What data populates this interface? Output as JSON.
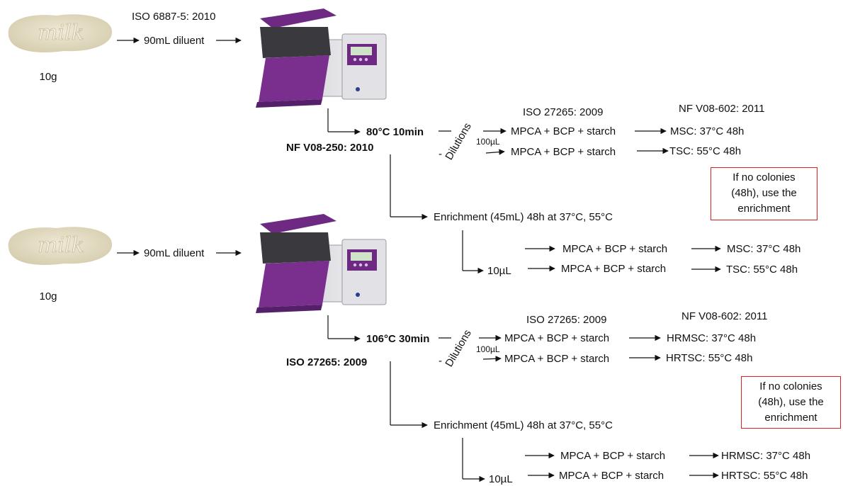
{
  "top": {
    "sample_weight": "10g",
    "milk_text": "milk",
    "standard_top": "ISO 6887-5: 2010",
    "diluent": "90mL diluent",
    "heat": "80°C 10min",
    "heat_standard": "NF V08-250: 2010",
    "dilutions": "Dilutions",
    "dash": "-",
    "volume_100": "100µL",
    "plate_standard": "ISO 27265: 2009",
    "incubation_standard": "NF V08-602: 2011",
    "medium_1": "MPCA + BCP + starch",
    "medium_2": "MPCA + BCP + starch",
    "result_1": "MSC: 37°C 48h",
    "result_2": "TSC: 55°C 48h",
    "note_lines": [
      "If no colonies",
      "(48h), use the",
      "enrichment"
    ],
    "enrichment": "Enrichment (45mL) 48h at 37°C, 55°C",
    "volume_10": "10µL",
    "enr_medium_1": "MPCA + BCP + starch",
    "enr_medium_2": "MPCA + BCP + starch",
    "enr_result_1": "MSC: 37°C 48h",
    "enr_result_2": "TSC: 55°C 48h"
  },
  "bottom": {
    "sample_weight": "10g",
    "milk_text": "milk",
    "diluent": "90mL diluent",
    "heat": "106°C 30min",
    "heat_standard": "ISO 27265: 2009",
    "dilutions": "Dilutions",
    "dash": "-",
    "volume_100": "100µL",
    "plate_standard": "ISO 27265: 2009",
    "incubation_standard": "NF V08-602: 2011",
    "medium_1": "MPCA + BCP + starch",
    "medium_2": "MPCA + BCP + starch",
    "result_1": "HRMSC: 37°C 48h",
    "result_2": "HRTSC: 55°C 48h",
    "note_lines": [
      "If no colonies",
      "(48h), use the",
      "enrichment"
    ],
    "enrichment": "Enrichment (45mL) 48h at 37°C, 55°C",
    "volume_10": "10µL",
    "enr_medium_1": "MPCA + BCP + starch",
    "enr_medium_2": "MPCA + BCP + starch",
    "enr_result_1": "HRMSC: 37°C 48h",
    "enr_result_2": "HRTSC: 55°C 48h"
  },
  "colors": {
    "machine_purple": "#6e2a82",
    "machine_body": "#e8e8ea",
    "powder": "#e3dcc3",
    "note_border": "#e02020"
  }
}
